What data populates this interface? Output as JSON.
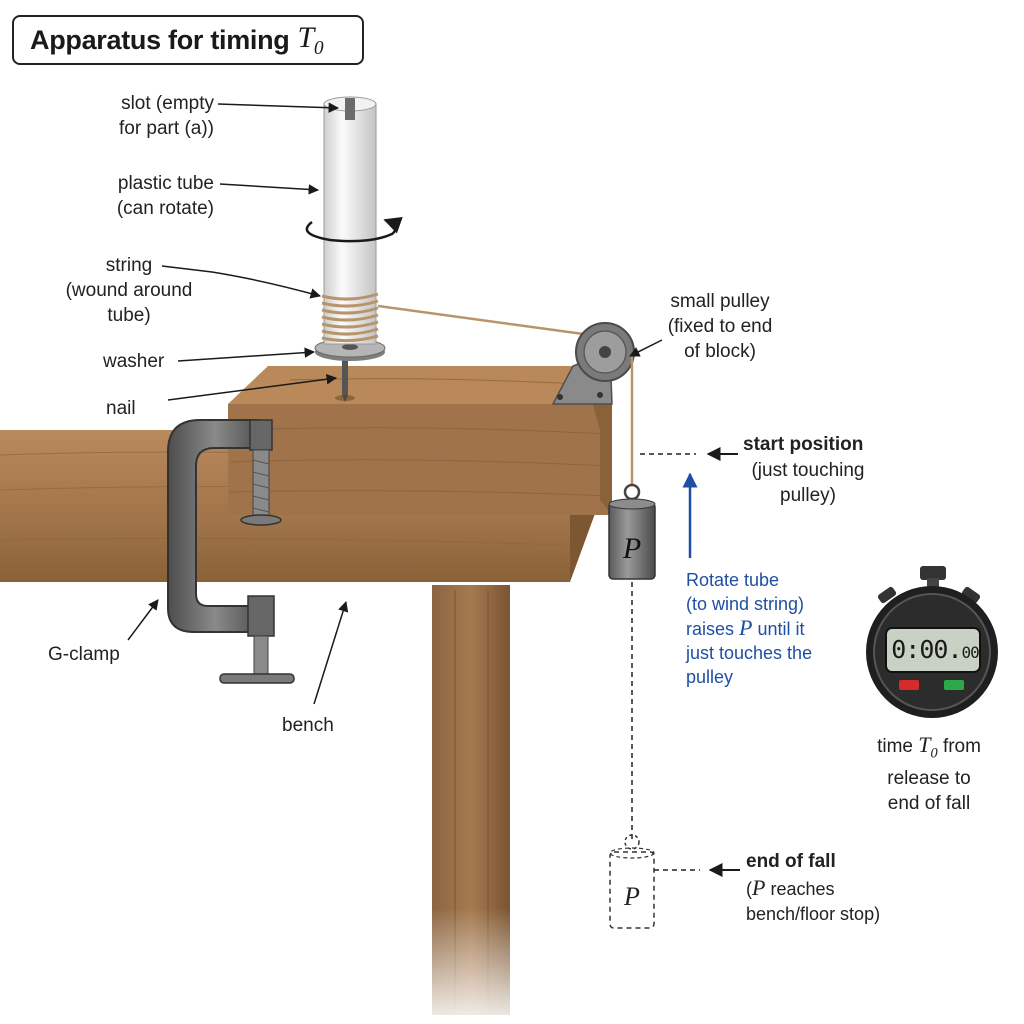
{
  "title": {
    "text": "Apparatus for timing",
    "symbol": "T0"
  },
  "labels": {
    "slot": [
      "slot (empty",
      "for part (a))"
    ],
    "tube": [
      "plastic tube",
      "(can rotate)"
    ],
    "string": [
      "string",
      "(wound around",
      "tube)"
    ],
    "washer": "washer",
    "nail": "nail",
    "pulley": [
      "small pulley",
      "(fixed to end",
      "of block)"
    ],
    "start_title": "start position",
    "start_desc": [
      "(just touching",
      "pulley)"
    ],
    "rotate": {
      "line1": "Rotate tube",
      "line2": "(to wind string)",
      "line3_pre": "raises",
      "line3_sym": "P",
      "line3_post": "until it",
      "line4": "just touches the",
      "line5": "pulley"
    },
    "clamp": "G-clamp",
    "bench": "bench",
    "time": {
      "pre": "time",
      "sym": "T0",
      "post": "from",
      "line2": "release to",
      "line3": "end of fall"
    },
    "end_title": "end of fall",
    "end_desc": {
      "open": "(",
      "sym": "P",
      "rest": "reaches",
      "line2": "bench/floor stop)"
    }
  },
  "mass_label": "P",
  "stopwatch": {
    "main": "0:00.",
    "small": "00"
  },
  "icons": [
    "rotation-arrow-icon",
    "stopwatch-icon",
    "pulley-icon",
    "g-clamp-icon"
  ],
  "colors": {
    "wood": "#a8794e",
    "wood_dark": "#7c5631",
    "metal": "#6e6e6e",
    "annotation_blue": "#1f4fa3",
    "stop_red": "#d62b2b",
    "start_green": "#2aa84a"
  }
}
